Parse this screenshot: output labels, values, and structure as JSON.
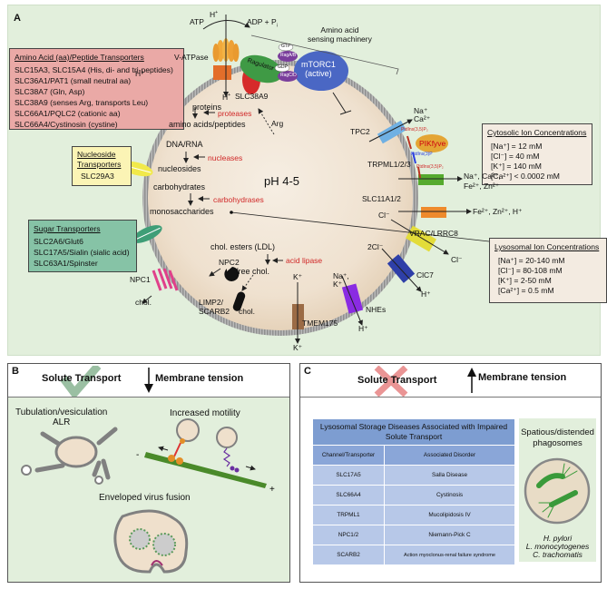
{
  "panel_a": {
    "letter": "A",
    "ph_label": "pH 4-5",
    "top": {
      "atp": "ATP",
      "adp": "ADP + P",
      "adp_sub": "i",
      "h_top": "H",
      "h_bottom": "H",
      "v_atpase": "V-ATPase",
      "aa_sensing": [
        "Amino acid",
        "sensing machinery"
      ],
      "ragulator": "Ragulator",
      "gtp": "GTP",
      "gdp": "GDP",
      "rag_ab": "RagA/B",
      "rag_cd": "RagC/D",
      "mtorc1": [
        "mTORC1",
        "(active)"
      ],
      "slc38a9": "SLC38A9",
      "arg": "Arg"
    },
    "boxes": {
      "amino_acid": {
        "title": "Amino Acid (aa)/Peptide Transporters",
        "items": [
          "SLC15A3, SLC15A4 (His, di- and tri-peptides)",
          "SLC36A1/PAT1 (small neutral aa)",
          "SLC38A7 (Gln, Asp)",
          "SLC38A9 (senses Arg, transports Leu)",
          "SLC66A1/PQLC2 (cationic aa)",
          "SLC66A4/Cystinosin (cystine)"
        ],
        "color": "#eaa9a6"
      },
      "nucleoside": {
        "title": [
          "Nucleoside",
          "Transporters"
        ],
        "items": [
          "SLC29A3"
        ],
        "color": "#fbf4b5"
      },
      "sugar": {
        "title": "Sugar Transporters",
        "items": [
          "SLC2A6/Glut6",
          "SLC17A5/Sialin (sialic acid)",
          "SLC63A1/Spinster"
        ],
        "color": "#86c3a6"
      },
      "cytosolic": {
        "title": "Cytosolic Ion Concentrations",
        "items": [
          "[Na⁺] = 12 mM",
          "[Cl⁻] = 40 mM",
          "[K⁺] = 140 mM",
          "[Ca²⁺] < 0.0002 mM"
        ],
        "color": "#f3ebe1"
      },
      "lysosomal": {
        "title": "Lysosomal Ion Concentrations",
        "items": [
          "[Na⁺] = 20-140 mM",
          "[Cl⁻] = 80-108 mM",
          "[K⁺] = 2-50 mM",
          "[Ca²⁺] = 0.5 mM"
        ],
        "color": "#f3ebe1"
      }
    },
    "lumen": {
      "proteins": "proteins",
      "proteases": "proteases",
      "amino_acids": "amino acids/peptides",
      "dna_rna": "DNA/RNA",
      "nucleases": "nucleases",
      "nucleosides": "nucleosides",
      "carbohydrates": "carbohydrates",
      "carbohydrases": "carbohydrases",
      "monosaccharides": "monosaccharides",
      "chol_esters": "chol. esters (LDL)",
      "acid_lipase": "acid lipase",
      "free_chol": "free chol.",
      "npc2": "NPC2"
    },
    "channels": {
      "tpc2": "TPC2",
      "tpc2_ions": [
        "Na⁺",
        "Ca²⁺"
      ],
      "pikfyve": "PIKfyve",
      "pi35p2_a": "PtdIns(3,5)P₂",
      "pi3p": "PtdIns(3)P",
      "pi35p2_b": "PtdIns(3,5)P₂",
      "trpml": "TRPML1/2/3",
      "trpml_ions": [
        "Na⁺, Ca²⁺,",
        "Fe²⁺, Zn²⁺"
      ],
      "slc11a": "SLC11A1/2",
      "slc11a_ions": "Fe²⁺, Zn²⁺, H⁺",
      "vrac": "VRAC/LRRC8",
      "vrac_cl_in": "Cl⁻",
      "vrac_cl_out": "Cl⁻",
      "clc7": "ClC7",
      "clc7_cl": "2Cl⁻",
      "clc7_h": "H⁺",
      "nhes": "NHEs",
      "nhes_in": [
        "Na⁺,",
        "K⁺"
      ],
      "nhes_h": "H⁺",
      "tmem175": "TMEM175",
      "tmem_k_in": "K⁺",
      "tmem_k_out": "K⁺",
      "limp2": [
        "LIMP2/",
        "SCARB2"
      ],
      "limp2_chol": "chol.",
      "npc1": "NPC1",
      "npc1_chol": "chol.",
      "aa_h": "H⁺"
    }
  },
  "panel_b": {
    "letter": "B",
    "solute": "Solute Transport",
    "tension": "Membrane tension",
    "tubulation": [
      "Tubulation/vesiculation",
      "ALR"
    ],
    "motility": "Increased motility",
    "virus": "Enveloped virus fusion",
    "minus": "-",
    "plus": "+"
  },
  "panel_c": {
    "letter": "C",
    "solute": "Solute Transport",
    "tension": "Membrane tension",
    "table": {
      "caption": "Lysosomal Storage Diseases Associated with Impaired Solute Transport",
      "headers": [
        "Channel/Transporter",
        "Associated Disorder"
      ],
      "rows": [
        [
          "SLC17A5",
          "Salla Disease"
        ],
        [
          "SLC66A4",
          "Cystinosis"
        ],
        [
          "TRPML1",
          "Mucolipidosis IV"
        ],
        [
          "NPC1/2",
          "Niemann-Pick C"
        ],
        [
          "SCARB2",
          "Action myoclonus-renal failure syndrome"
        ]
      ]
    },
    "phagosomes": {
      "title": "Spatious/distended phagosomes",
      "organisms": [
        "H. pylori",
        "L. monocytogenes",
        "C. trachomatis"
      ]
    }
  }
}
